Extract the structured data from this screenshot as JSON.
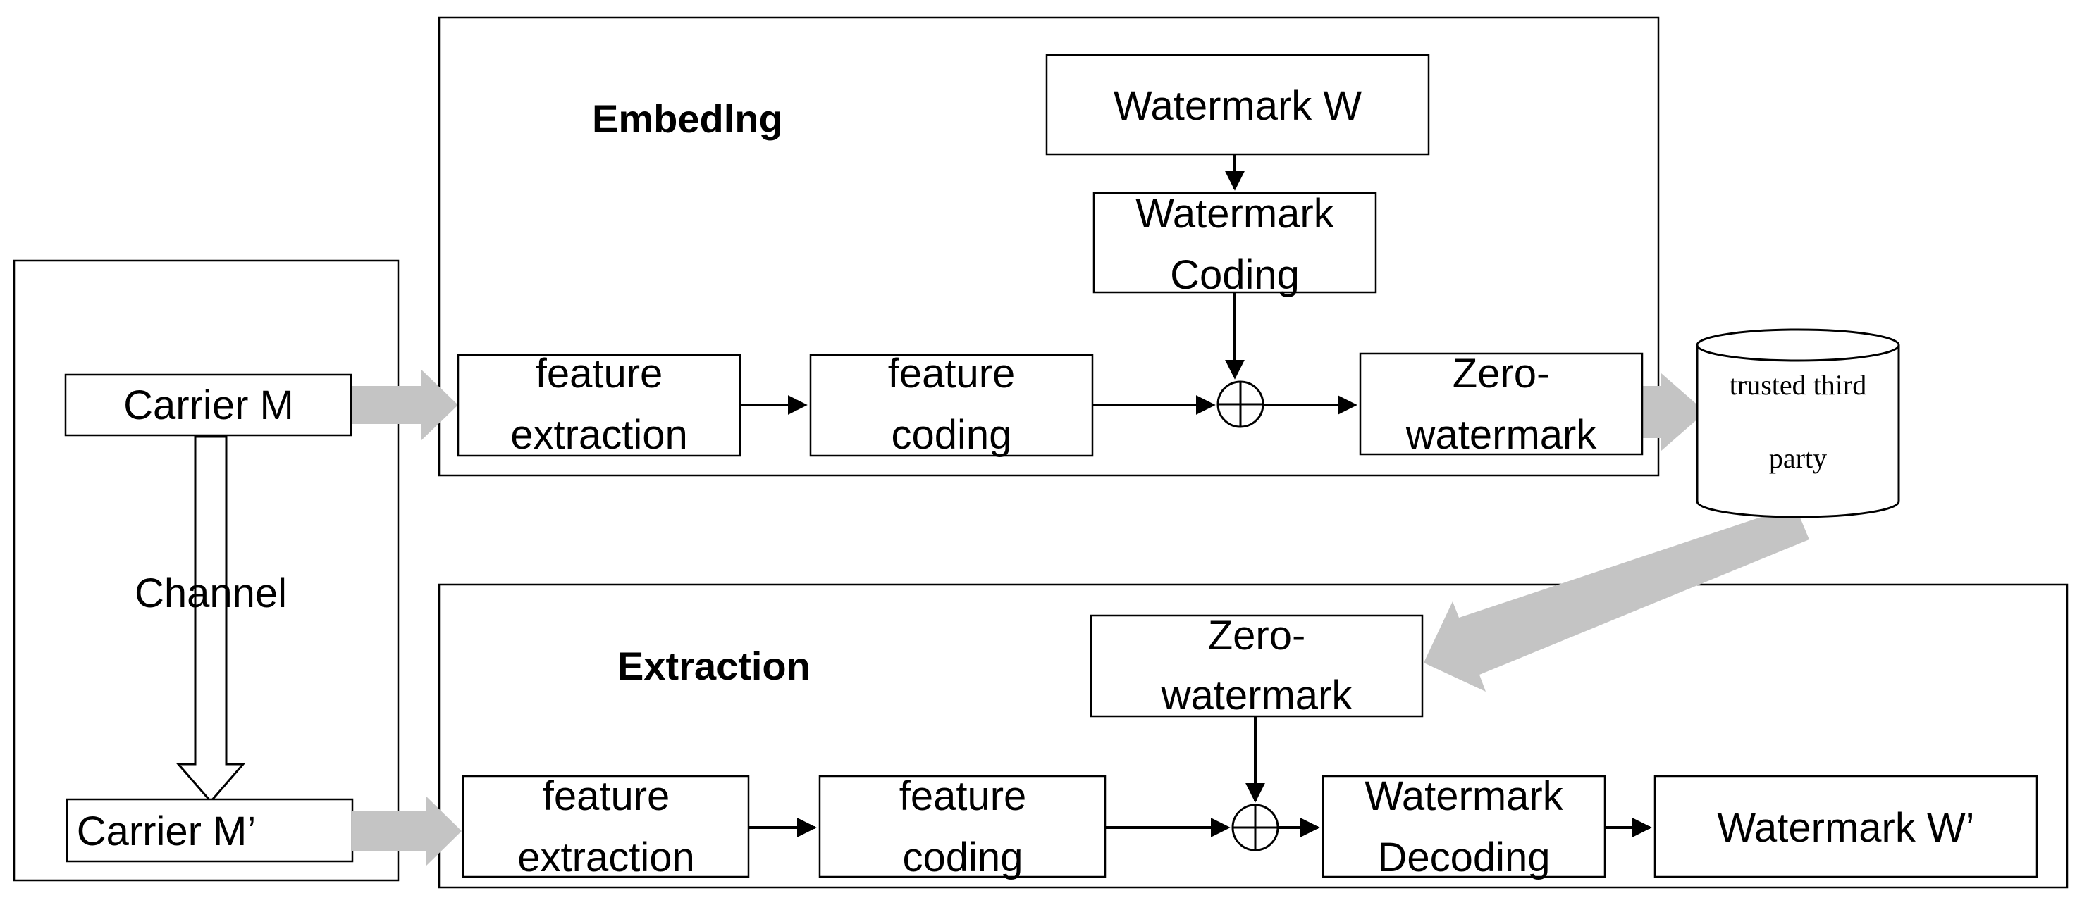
{
  "sections": {
    "embedding": "Embedlng",
    "extraction": "Extraction"
  },
  "left": {
    "carrier_m": "Carrier M",
    "carrier_m_prime": "Carrier M’",
    "channel": "Channel"
  },
  "embedding": {
    "watermark_w": "Watermark W",
    "watermark_coding": [
      "Watermark",
      "Coding"
    ],
    "feature_extraction": [
      "feature",
      "extraction"
    ],
    "feature_coding": [
      "feature",
      "coding"
    ],
    "zero_watermark": [
      "Zero-",
      "watermark"
    ]
  },
  "third_party": [
    "trusted third",
    "party"
  ],
  "extraction": {
    "zero_watermark": [
      "Zero-",
      "watermark"
    ],
    "feature_extraction": [
      "feature",
      "extraction"
    ],
    "feature_coding": [
      "feature",
      "coding"
    ],
    "watermark_decoding": [
      "Watermark",
      "Decoding"
    ],
    "watermark_w_prime": "Watermark W’"
  },
  "colors": {
    "connector_gray": "#c4c4c4",
    "stroke": "#000000"
  }
}
